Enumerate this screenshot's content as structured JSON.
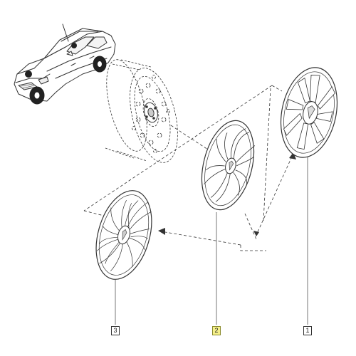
{
  "callouts": [
    {
      "label": "3",
      "highlighted": false
    },
    {
      "label": "2",
      "highlighted": true
    },
    {
      "label": "1",
      "highlighted": false
    }
  ],
  "colors": {
    "line": "#333333",
    "highlight": "#f5f08a",
    "background": "#ffffff"
  }
}
